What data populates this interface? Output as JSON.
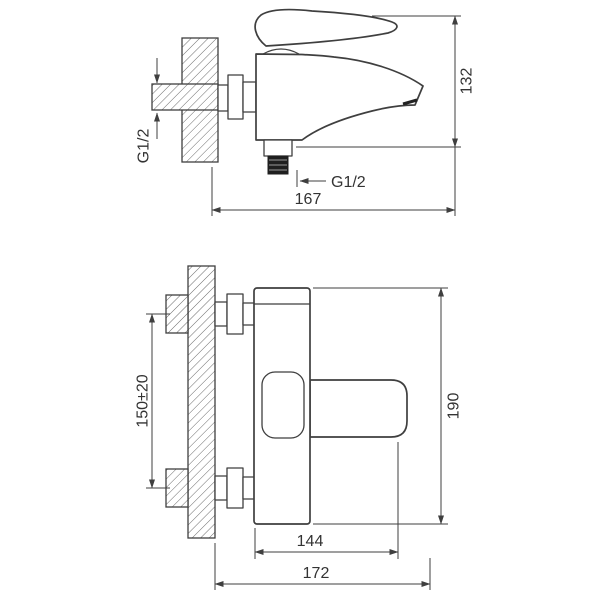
{
  "page": {
    "background": "#ffffff",
    "line_color": "#3f3f3f"
  },
  "top_view": {
    "dim_height": "132",
    "dim_length": "167",
    "pipe_thread_label": "G1/2",
    "outlet_thread_label": "G1/2"
  },
  "front_view": {
    "dim_mount_spacing": "150±20",
    "dim_height": "190",
    "dim_body_width": "144",
    "dim_overall_width": "172"
  }
}
